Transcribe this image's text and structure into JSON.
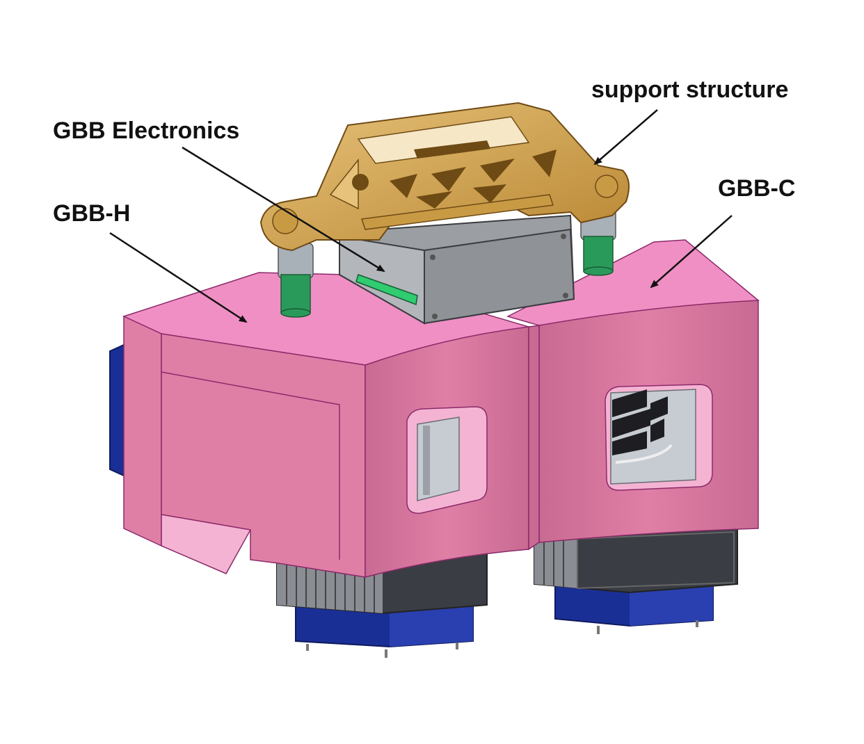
{
  "labels": {
    "support": "support structure",
    "electronics": "GBB Electronics",
    "gbb_h": "GBB-H",
    "gbb_c": "GBB-C"
  },
  "colors": {
    "housing_pink": "#e07fa6",
    "housing_top": "#f08fc4",
    "frame_gold": "#d8a94f",
    "electronics_grey": "#9b9ea3",
    "base_blue": "#1a2f96",
    "heatsink_dark": "#3a3d44",
    "tube_green": "#2a9a5a",
    "window_grey": "#c7cbd2",
    "arrow": "#111111"
  }
}
